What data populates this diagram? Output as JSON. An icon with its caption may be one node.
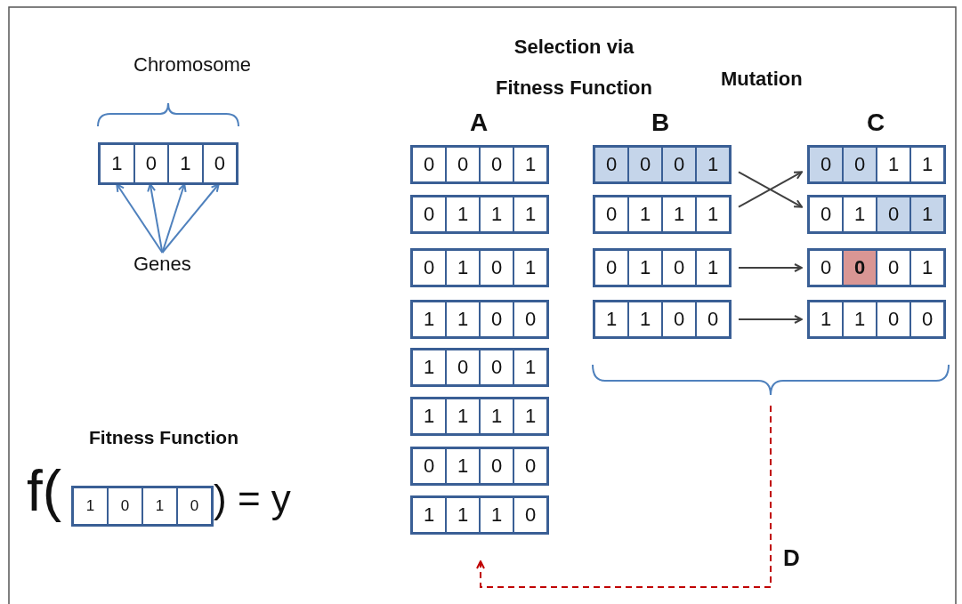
{
  "diagram": {
    "nodes": [
      {
        "text": [],
        "shape": "box"
      },
      {
        "text": [
          "1"
        ],
        "in": 0
      },
      {
        "text": [
          "0"
        ],
        "in": 0
      },
      {
        "text": [
          "1"
        ],
        "in": 0
      },
      {
        "text": [
          "0"
        ],
        "in": 0
      },
      {
        "text": [
          "Genes"
        ]
      },
      {
        "text": [
          "0",
          "0",
          "0",
          "1"
        ]
      },
      {
        "text": [
          "0",
          "1",
          "1",
          "1"
        ]
      },
      {
        "text": [
          "0",
          "1",
          "0",
          "1"
        ]
      },
      {
        "text": [
          "1",
          "1",
          "0",
          "0"
        ]
      },
      {
        "text": [
          "1",
          "0",
          "0",
          "1"
        ]
      },
      {
        "text": [
          "1",
          "1",
          "1",
          "1"
        ]
      },
      {
        "text": [
          "0",
          "1",
          "0",
          "0"
        ]
      },
      {
        "text": [
          "1",
          "1",
          "1",
          "0"
        ]
      },
      {
        "text": [
          "0",
          "0",
          "0",
          "1"
        ]
      },
      {
        "text": [
          "0",
          "1",
          "1",
          "1"
        ]
      },
      {
        "text": [
          "0",
          "1",
          "0",
          "1"
        ]
      },
      {
        "text": [
          "1",
          "1",
          "0",
          "0"
        ]
      },
      {
        "text": [
          "0",
          "0",
          "1",
          "1"
        ]
      },
      {
        "text": [
          "0",
          "1",
          "0",
          "1"
        ]
      },
      {
        "text": [
          "0",
          "0",
          "0",
          "1"
        ]
      },
      {
        "text": [
          "1",
          "1",
          "0",
          "0"
        ]
      },
      {
        "text": [
          "1",
          "0",
          "1",
          "0"
        ]
      }
    ],
    "edges": [
      {
        "from": 5,
        "to": 1,
        "arrow": "to"
      },
      {
        "from": 5,
        "to": 2,
        "arrow": "to"
      },
      {
        "from": 5,
        "to": 3,
        "arrow": "to"
      },
      {
        "from": 5,
        "to": 4,
        "arrow": "to"
      },
      {
        "from": 14,
        "to": 19,
        "arrow": "to",
        "color": "#404040"
      },
      {
        "from": 15,
        "to": 18,
        "arrow": "to",
        "color": "#404040"
      },
      {
        "from": 16,
        "to": 20,
        "arrow": "to",
        "color": "#404040"
      },
      {
        "from": 17,
        "to": 21,
        "arrow": "to",
        "color": "#404040"
      },
      {
        "from": null,
        "to": 13,
        "arrow": "to",
        "style": "dashed",
        "color": "#c00000"
      }
    ],
    "labels": [
      "Chromosome",
      "Selection via Fitness Function",
      "Mutation",
      "A",
      "B",
      "C",
      "Fitness Function",
      "f(",
      ") = y",
      "D"
    ]
  }
}
